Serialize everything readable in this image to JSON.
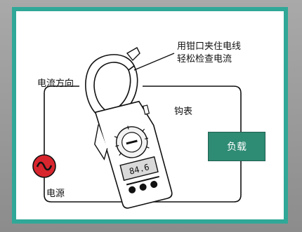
{
  "colors": {
    "frame_border": "#30a898",
    "load_fill": "#2e8b74",
    "source_fill": "#d8262e"
  },
  "labels": {
    "instruction_line1": "用钳口夹住电线",
    "instruction_line2": "轻松检查电流",
    "current_direction": "电流方向",
    "clamp_meter": "钩表",
    "load": "负载",
    "power_source": "电源"
  },
  "meter": {
    "display_reading": "84.6"
  },
  "icons": {
    "source_symbol": "ac-sine-wave-icon"
  }
}
